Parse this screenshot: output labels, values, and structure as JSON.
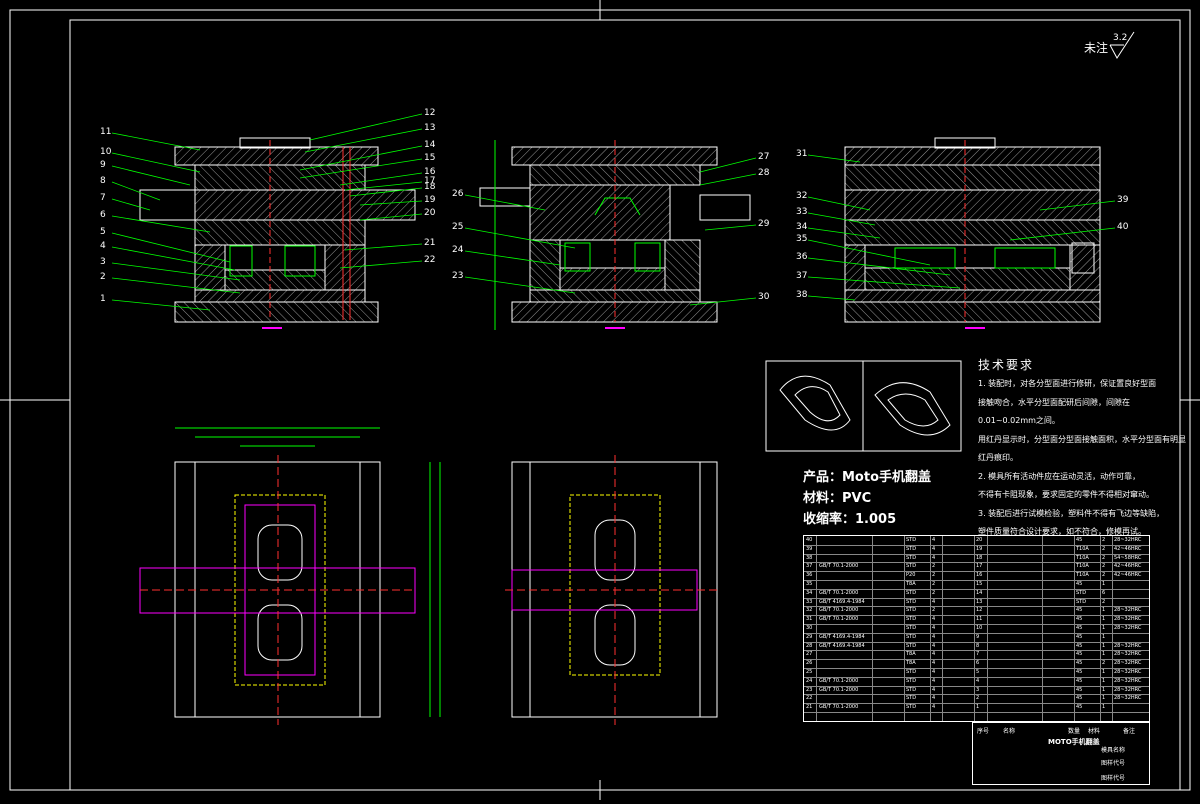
{
  "surface_note": {
    "label": "未注",
    "value": "3.2"
  },
  "part_numbers": {
    "left": [
      "11",
      "10",
      "9",
      "8",
      "7",
      "6",
      "5",
      "4",
      "3",
      "2",
      "1",
      "12",
      "13",
      "14",
      "15",
      "16",
      "17",
      "18",
      "19",
      "20",
      "21",
      "22"
    ],
    "middle": [
      "26",
      "25",
      "24",
      "23",
      "27",
      "28",
      "29",
      "30"
    ],
    "right": [
      "31",
      "32",
      "33",
      "34",
      "35",
      "36",
      "37",
      "38",
      "39",
      "40"
    ]
  },
  "tech": {
    "title": "技术要求",
    "lines": [
      "1. 装配时，对各分型面进行修研，保证置良好型面",
      "接触吻合，水平分型面配研后间隙，间隙在",
      "0.01~0.02mm之间。",
      "用红丹显示时，分型面分型面接触面积，水平分型面有明显",
      "红丹痕印。",
      "2. 模具所有活动件应在运动灵活，动作可靠，",
      "不得有卡阻现象，要求固定的零件不得相对窜动。",
      "3. 装配后进行试模检验，塑料件不得有飞边等缺陷，",
      "塑件质量符合设计要求，如不符合，修模再试。"
    ]
  },
  "product": {
    "name": "产品：Moto手机翻盖",
    "material": "材料：PVC",
    "shrink": "收缩率：1.005"
  },
  "bom_rows": [
    {
      "no": "40",
      "std": "",
      "name": "",
      "qty": "4",
      "mat": "STD",
      "no2": "20",
      "name2": "",
      "qty2": "2",
      "mat2": "45",
      "note2": "28~32HRC"
    },
    {
      "no": "39",
      "std": "",
      "name": "",
      "qty": "4",
      "mat": "STD",
      "no2": "19",
      "name2": "",
      "qty2": "2",
      "mat2": "T10A",
      "note2": "42~46HRC"
    },
    {
      "no": "38",
      "std": "",
      "name": "",
      "qty": "4",
      "mat": "STD",
      "no2": "18",
      "name2": "",
      "qty2": "2",
      "mat2": "T10A",
      "note2": "54~58HRC"
    },
    {
      "no": "37",
      "std": "GB/T 70.1-2000",
      "name": "",
      "qty": "2",
      "mat": "STD",
      "no2": "17",
      "name2": "",
      "qty2": "2",
      "mat2": "T10A",
      "note2": "42~46HRC"
    },
    {
      "no": "36",
      "std": "",
      "name": "",
      "qty": "2",
      "mat": "P20",
      "no2": "16",
      "name2": "",
      "qty2": "2",
      "mat2": "T10A",
      "note2": "42~46HRC"
    },
    {
      "no": "35",
      "std": "",
      "name": "",
      "qty": "2",
      "mat": "T8A",
      "no2": "15",
      "name2": "",
      "qty2": "1",
      "mat2": "45",
      "note2": ""
    },
    {
      "no": "34",
      "std": "GB/T 70.1-2000",
      "name": "",
      "qty": "2",
      "mat": "STD",
      "no2": "14",
      "name2": "",
      "qty2": "6",
      "mat2": "STD",
      "note2": ""
    },
    {
      "no": "33",
      "std": "GB/T 4169.4-1984",
      "name": "",
      "qty": "4",
      "mat": "STD",
      "no2": "13",
      "name2": "",
      "qty2": "2",
      "mat2": "STD",
      "note2": ""
    },
    {
      "no": "32",
      "std": "GB/T 70.1-2000",
      "name": "",
      "qty": "2",
      "mat": "STD",
      "no2": "12",
      "name2": "",
      "qty2": "1",
      "mat2": "45",
      "note2": "28~32HRC"
    },
    {
      "no": "31",
      "std": "GB/T 70.1-2000",
      "name": "",
      "qty": "4",
      "mat": "STD",
      "no2": "11",
      "name2": "",
      "qty2": "1",
      "mat2": "45",
      "note2": "28~32HRC"
    },
    {
      "no": "30",
      "std": "",
      "name": "",
      "qty": "4",
      "mat": "STD",
      "no2": "10",
      "name2": "",
      "qty2": "1",
      "mat2": "45",
      "note2": "28~32HRC"
    },
    {
      "no": "29",
      "std": "GB/T 4169.4-1984",
      "name": "",
      "qty": "4",
      "mat": "STD",
      "no2": "9",
      "name2": "",
      "qty2": "1",
      "mat2": "45",
      "note2": ""
    },
    {
      "no": "28",
      "std": "GB/T 4169.4-1984",
      "name": "",
      "qty": "4",
      "mat": "STD",
      "no2": "8",
      "name2": "",
      "qty2": "1",
      "mat2": "45",
      "note2": "28~32HRC"
    },
    {
      "no": "27",
      "std": "",
      "name": "",
      "qty": "4",
      "mat": "T8A",
      "no2": "7",
      "name2": "",
      "qty2": "1",
      "mat2": "45",
      "note2": "28~32HRC"
    },
    {
      "no": "26",
      "std": "",
      "name": "",
      "qty": "4",
      "mat": "T8A",
      "no2": "6",
      "name2": "",
      "qty2": "2",
      "mat2": "45",
      "note2": "28~32HRC"
    },
    {
      "no": "25",
      "std": "",
      "name": "",
      "qty": "4",
      "mat": "STD",
      "no2": "5",
      "name2": "",
      "qty2": "1",
      "mat2": "45",
      "note2": "28~32HRC"
    },
    {
      "no": "24",
      "std": "GB/T 70.1-2000",
      "name": "",
      "qty": "4",
      "mat": "STD",
      "no2": "4",
      "name2": "",
      "qty2": "1",
      "mat2": "45",
      "note2": "28~32HRC"
    },
    {
      "no": "23",
      "std": "GB/T 70.1-2000",
      "name": "",
      "qty": "4",
      "mat": "STD",
      "no2": "3",
      "name2": "",
      "qty2": "1",
      "mat2": "45",
      "note2": "28~32HRC"
    },
    {
      "no": "22",
      "std": "",
      "name": "",
      "qty": "4",
      "mat": "STD",
      "no2": "2",
      "name2": "",
      "qty2": "1",
      "mat2": "45",
      "note2": "28~32HRC"
    },
    {
      "no": "21",
      "std": "GB/T 70.1-2000",
      "name": "",
      "qty": "4",
      "mat": "STD",
      "no2": "1",
      "name2": "",
      "qty2": "1",
      "mat2": "45",
      "note2": ""
    }
  ],
  "title_block": {
    "drawing_name": "MOTO手机翻盖",
    "cells": [
      "模具名称",
      "图样代号",
      "图样代号"
    ],
    "header": [
      "序号",
      "名称",
      "数量",
      "材料",
      "备注"
    ]
  },
  "colors": {
    "outline": "#ffffff",
    "green": "#00ff00",
    "magenta": "#ff00ff",
    "red": "#ff3030",
    "yellow": "#ffff00",
    "cyan": "#00ffff",
    "hatch": "#c8c8c8"
  }
}
